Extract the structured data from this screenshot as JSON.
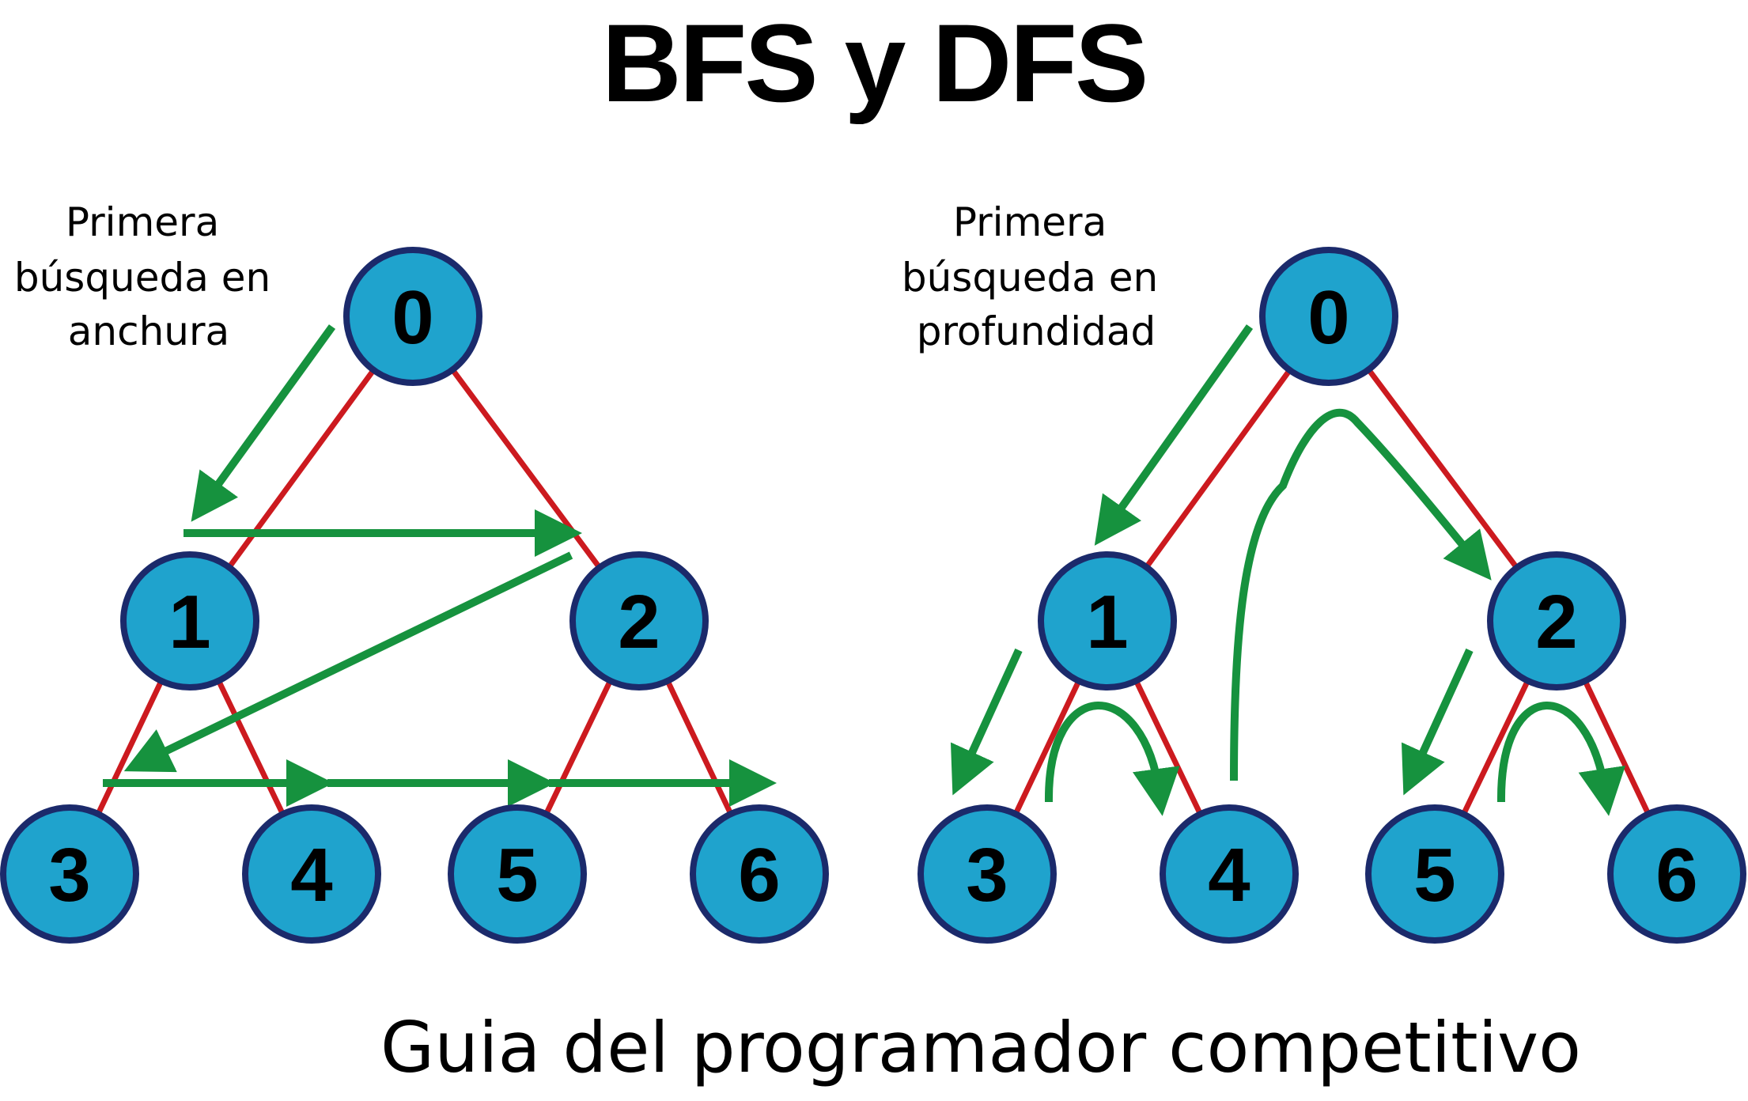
{
  "title": "BFS y DFS",
  "subtitle": "Guia del programador competitivo",
  "colors": {
    "node_fill": "#1fa3cd",
    "node_stroke": "#1b2a6b",
    "edge": "#cc1a1f",
    "arrow": "#16923e",
    "text": "#000000"
  },
  "bfs": {
    "label_lines": [
      "Primera",
      "búsqueda en",
      "anchura"
    ],
    "nodes": [
      "0",
      "1",
      "2",
      "3",
      "4",
      "5",
      "6"
    ]
  },
  "dfs": {
    "label_lines": [
      "Primera",
      "búsqueda en",
      "profundidad"
    ],
    "nodes": [
      "0",
      "1",
      "2",
      "3",
      "4",
      "5",
      "6"
    ]
  }
}
